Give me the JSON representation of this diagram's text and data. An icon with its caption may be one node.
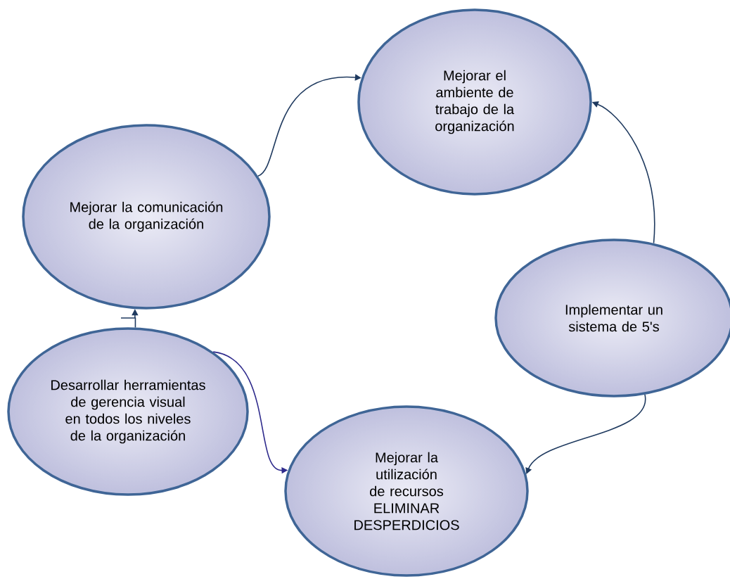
{
  "diagram": {
    "nodes": [
      {
        "text": [
          "Mejorar el ambiente de trabajo de la organización"
        ]
      },
      {
        "text": [
          "Mejorar la comunicación de la organización"
        ]
      },
      {
        "text": [
          "Implementar un sistema de 5's"
        ]
      },
      {
        "text": [
          "Desarrollar herramientas de gerencia visual en todos los niveles de la organización"
        ]
      },
      {
        "text": [
          "Mejorar la utilización de recursos ELIMINAR DESPERDICIOS"
        ]
      }
    ],
    "edges": [
      {
        "from": 1,
        "to": 0,
        "arrow": "to"
      },
      {
        "from": 2,
        "to": 0,
        "arrow": "to"
      },
      {
        "from": 2,
        "to": 4,
        "arrow": "to"
      },
      {
        "from": 3,
        "to": 1,
        "arrow": "to"
      },
      {
        "from": 3,
        "to": 4,
        "arrow": "to",
        "color": "#2e2a8c"
      }
    ]
  }
}
